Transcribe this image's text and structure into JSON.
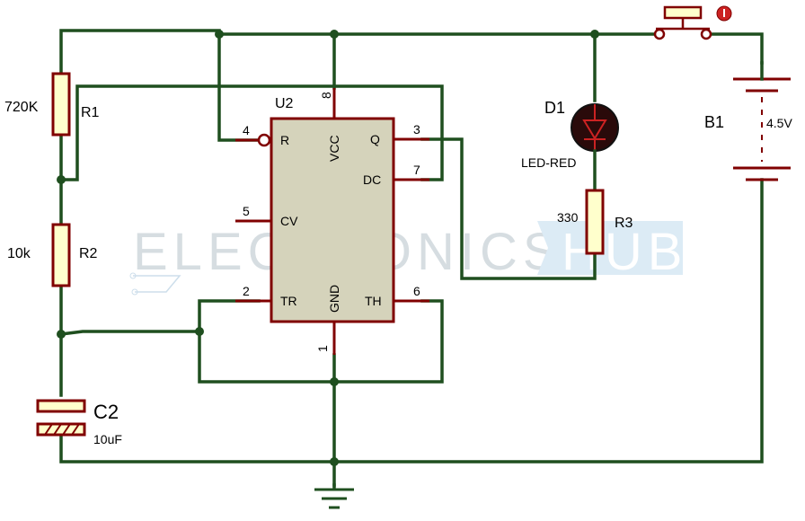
{
  "watermark": {
    "text_left": "ELECTRONICS",
    "text_right": "HUB",
    "color": "#cfd8dc",
    "badge_color": "#d6e8f4"
  },
  "colors": {
    "wire": "#1f4f1f",
    "component_stroke": "#800000",
    "component_fill": "#ffffcc",
    "chip_fill": "#d5d3bb"
  },
  "components": {
    "r1": {
      "ref": "R1",
      "value": "720K"
    },
    "r2": {
      "ref": "R2",
      "value": "10k"
    },
    "r3": {
      "ref": "R3",
      "value": "330"
    },
    "c2": {
      "ref": "C2",
      "value": "10uF"
    },
    "d1": {
      "ref": "D1",
      "value": "LED-RED"
    },
    "b1": {
      "ref": "B1",
      "value": "4.5V"
    },
    "u2": {
      "ref": "U2",
      "pins": {
        "r": {
          "num": "4",
          "name": "R"
        },
        "cv": {
          "num": "5",
          "name": "CV"
        },
        "tr": {
          "num": "2",
          "name": "TR"
        },
        "q": {
          "num": "3",
          "name": "Q"
        },
        "dc": {
          "num": "7",
          "name": "DC"
        },
        "th": {
          "num": "6",
          "name": "TH"
        },
        "vcc": {
          "num": "8",
          "name": "VCC"
        },
        "gnd": {
          "num": "1",
          "name": "GND"
        }
      }
    }
  }
}
